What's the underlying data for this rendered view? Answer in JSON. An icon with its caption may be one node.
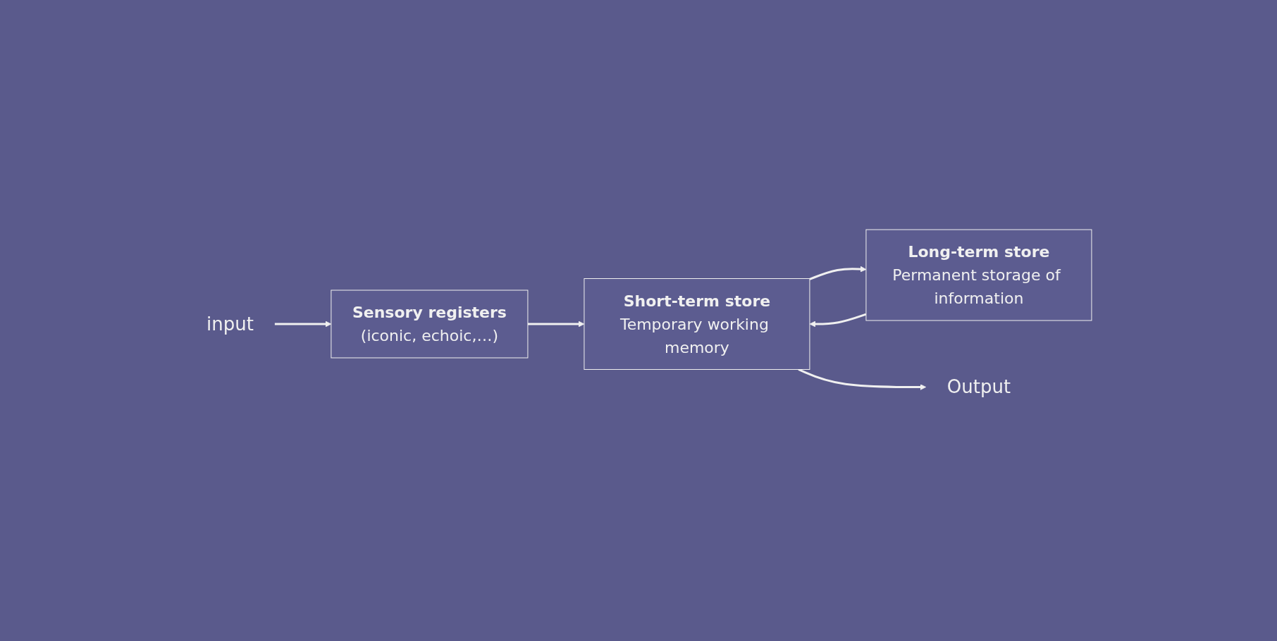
{
  "diagram": {
    "nodes": [
      {
        "text": [
          "input"
        ]
      },
      {
        "text": [
          "Sensory registers",
          "(iconic, echoic,…)"
        ]
      },
      {
        "text": [
          "Short-term store",
          "Temporary working memory"
        ]
      },
      {
        "text": [
          "Long-term store",
          "Permanent storage of information"
        ]
      },
      {
        "text": [
          "Output"
        ]
      }
    ],
    "edges": [
      {
        "from": 0,
        "to": 1,
        "arrow": "to"
      },
      {
        "from": 1,
        "to": 2,
        "arrow": "to"
      },
      {
        "from": 2,
        "to": 3,
        "arrow": "to"
      },
      {
        "from": 3,
        "to": 2,
        "arrow": "to"
      },
      {
        "from": 2,
        "to": 4,
        "arrow": "to"
      }
    ]
  }
}
